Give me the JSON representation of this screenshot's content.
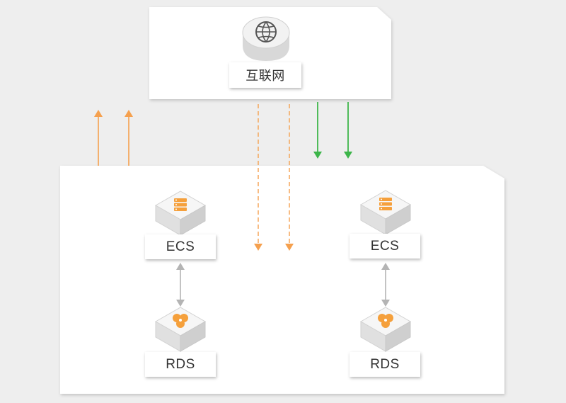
{
  "colors": {
    "background": "#eeeeee",
    "panel": "#ffffff",
    "outbound_arrow": "#f5a04e",
    "inbound_arrow": "#3db54a",
    "db_link_arrow": "#b4b4b4",
    "icon_orange": "#f5a03c"
  },
  "internet": {
    "label": "互联网",
    "icon": "globe-icon"
  },
  "nodes": [
    {
      "server_label": "ECS",
      "server_icon": "server-icon",
      "db_label": "RDS",
      "db_icon": "database-icon"
    },
    {
      "server_label": "ECS",
      "server_icon": "server-icon",
      "db_label": "RDS",
      "db_icon": "database-icon"
    }
  ]
}
